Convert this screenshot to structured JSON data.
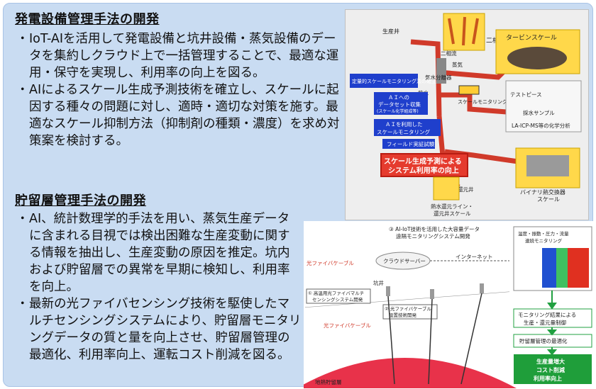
{
  "section1": {
    "title": "発電設備管理手法の開発",
    "bullets": [
      "IoT-AIを活用して発電設備と坑井設備・蒸気設備のデータを集約しクラウド上で一括管理することで、最適な運用・保守を実現し、利用率の向上を図る。",
      "AIによるスケール生成予測技術を確立し、スケールに起因する種々の問題に対し、適時・適切な対策を施す。最適なスケール抑制方法（抑制剤の種類・濃度）を求め対策案を検討する。"
    ]
  },
  "section2": {
    "title": "貯留層管理手法の開発",
    "bullets": [
      "AI、統計数理学的手法を用い、蒸気生産データに含まれる目視では検出困難な生産変動に関する情報を抽出し、生産変動の原因を推定。坑内および貯留層での異常を早期に検知し、利用率を向上。",
      "最新の光ファイバセンシング技術を駆使したマルチセンシングシステムにより、貯留層モニタリングデータの質と量を向上させ、貯留層管理の最適化、利用率向上、運転コスト削減を図る。"
    ]
  },
  "fig_top": {
    "production_well": "生産井",
    "callout_nisho": "二相流",
    "callout_scale": "二相流スケール",
    "turbine_scale": "タービンスケール",
    "steam": "蒸気",
    "separator": "気水分離器",
    "hot_water": "熱水",
    "scale_monitoring": "スケールモニタリング",
    "test_piece": "テストピース",
    "sampling": "採水サンプル",
    "analysis": "LA-ICP-MS等の化学分析",
    "step1": "定量的スケールモニタリング法の確立",
    "step2_l1": "ＡＩへの",
    "step2_l2": "データセット収集",
    "step2_l3": "(スケール化学組成等)",
    "step3_l1": "ＡＩを利用した",
    "step3_l2": "スケールモニタリング",
    "step4": "フィールド実証試験",
    "goal_l1": "スケール生成予測による",
    "goal_l2": "システム利用率の向上",
    "reinjection_well": "還元井",
    "hw_scale_l1": "熱水還元ライン・",
    "hw_scale_l2": "還元井スケール",
    "binary_scale_l1": "バイナリ熱交換器",
    "binary_scale_l2": "スケール"
  },
  "fig_bottom": {
    "iot_l1": "③ AI-IoT技術を活用した大容量データ",
    "iot_l2": "遠隔モニタリングシステム開発",
    "cloud": "クラウドサーバー",
    "internet": "インターネット",
    "fiber_cable": "光ファイバケーブル",
    "well": "坑井",
    "item1_l1": "① 高温用光ファイバマルチ",
    "item1_l2": "センシングシステム開発",
    "item2_l1": "② 光ファイバケーブル",
    "item2_l2": "設置技術開発",
    "fiber_cable2": "光ファイバケーブル",
    "reservoir": "地熱貯留層",
    "monitor_l1": "温度・振動・圧力・流量",
    "monitor_l2": "連続モニタリング",
    "result_l1": "モニタリング結果による",
    "result_l2": "生産・還元量制御",
    "optimize": "貯留層管理の最適化",
    "outcome_l1": "生産量増大",
    "outcome_l2": "コスト削減",
    "outcome_l3": "利用率向上"
  },
  "colors": {
    "panel_bg": "#c9dcf2",
    "step_blue": "#1f3fcc",
    "goal_red": "#e53b2e",
    "pipe_red": "#d03a2a",
    "arrow_green": "#20a040",
    "outcome_green": "#1f9e3a",
    "reservoir_red": "#e8324a"
  }
}
